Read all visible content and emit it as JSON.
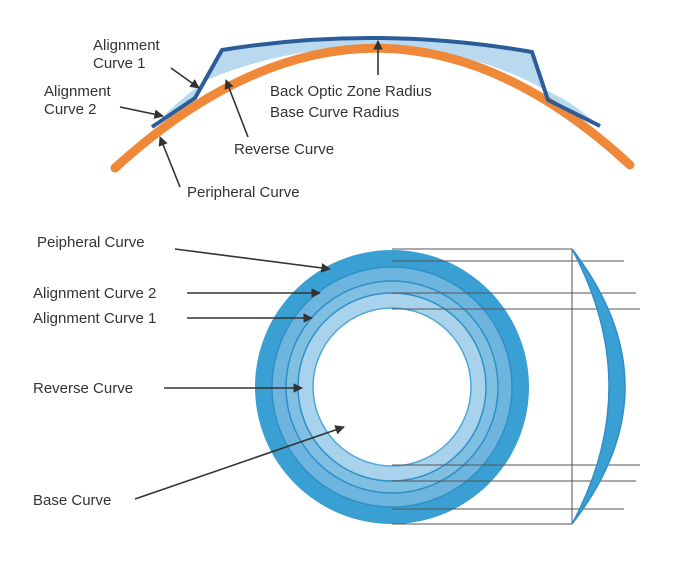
{
  "colors": {
    "cornea": "#f0883a",
    "lens_dark": "#2c5d9a",
    "lens_fill": "#b9d9ee",
    "peripheral_ring": "#3a9fd3",
    "alignment2_ring": "#6db5de",
    "alignment1_ring": "#7fbfe2",
    "reverse_ring": "#a9d3ec",
    "ring_border": "#2f8fc6",
    "leader": "#333333",
    "projection": "#555555"
  },
  "top_labels": {
    "alignment_curve_1_l1": "Alignment",
    "alignment_curve_1_l2": "Curve 1",
    "alignment_curve_2_l1": "Alignment",
    "alignment_curve_2_l2": "Curve 2",
    "back_optic_zone_radius": "Back Optic Zone Radius",
    "base_curve_radius": "Base Curve Radius",
    "reverse_curve": "Reverse Curve",
    "peripheral_curve": "Peripheral Curve"
  },
  "bottom_labels": {
    "peripheral_curve": "Peipheral Curve",
    "alignment_curve_2": "Alignment Curve 2",
    "alignment_curve_1": "Alignment Curve 1",
    "reverse_curve": "Reverse Curve",
    "base_curve": "Base Curve"
  }
}
